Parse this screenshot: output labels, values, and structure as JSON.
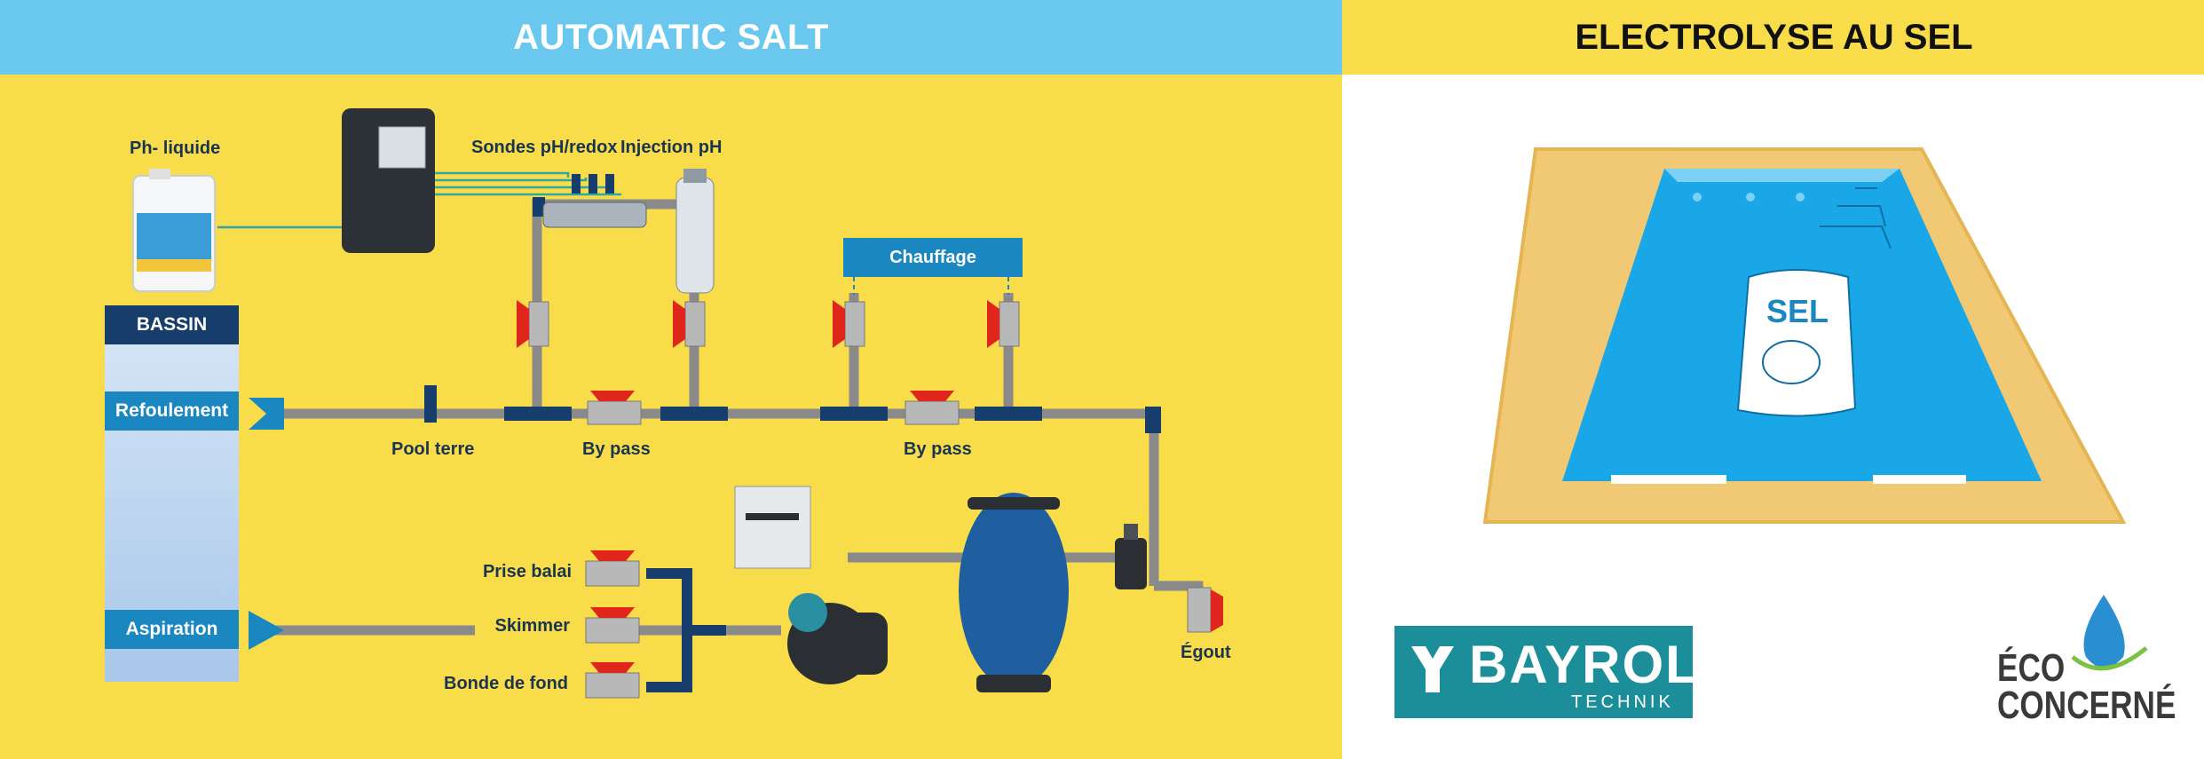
{
  "header": {
    "left_title": "AUTOMATIC SALT",
    "right_title": "ELECTROLYSE AU SEL"
  },
  "colors": {
    "left_header": "#6ac8ef",
    "yellow": "#f8dc4a",
    "pipe": "#8a8a8a",
    "fitting": "#163d6b",
    "valve": "#e0261c",
    "accent_blue": "#1a87c1"
  },
  "labels": {
    "ph_liquide": "Ph- liquide",
    "sondes": "Sondes pH/redox",
    "injection": "Injection pH",
    "chauffage": "Chauffage",
    "bassin": "BASSIN",
    "refoulement": "Refoulement",
    "aspiration": "Aspiration",
    "pool_terre": "Pool terre",
    "by_pass_1": "By pass",
    "by_pass_2": "By pass",
    "prise_balai": "Prise balai",
    "skimmer": "Skimmer",
    "bonde_de_fond": "Bonde de fond",
    "egout": "Égout"
  },
  "pool": {
    "bag_label": "SEL"
  },
  "logos": {
    "bayrol_name": "BAYROL",
    "bayrol_sub": "TECHNIK",
    "eco_line1": "ÉCO",
    "eco_line2": "CONCERNÉ"
  }
}
